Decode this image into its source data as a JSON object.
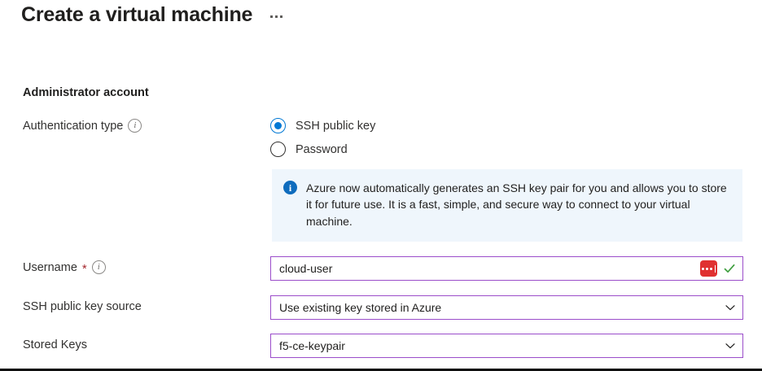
{
  "header": {
    "title": "Create a virtual machine",
    "more_menu_icon": "ellipsis-horizontal-icon"
  },
  "section": {
    "heading": "Administrator account"
  },
  "fields": {
    "authentication_type": {
      "label": "Authentication type",
      "info_icon": "info-circle-icon",
      "options": [
        {
          "label": "SSH public key",
          "selected": true
        },
        {
          "label": "Password",
          "selected": false
        }
      ]
    },
    "username": {
      "label": "Username",
      "required_marker": "*",
      "info_icon": "info-circle-icon",
      "value": "cloud-user",
      "autofill_icon": "password-manager-icon",
      "validation_icon": "check-icon"
    },
    "ssh_public_key_source": {
      "label": "SSH public key source",
      "value": "Use existing key stored in Azure",
      "chevron_icon": "chevron-down-icon"
    },
    "stored_keys": {
      "label": "Stored Keys",
      "value": "f5-ce-keypair",
      "chevron_icon": "chevron-down-icon"
    }
  },
  "notice": {
    "icon": "info-filled-icon",
    "text": "Azure now automatically generates an SSH key pair for you and allows you to store it for future use. It is a fast, simple, and secure way to connect to your virtual machine."
  },
  "colors": {
    "accent_blue": "#0078d4",
    "notice_background": "#eff6fc",
    "notice_icon": "#0f6cbd",
    "field_border": "#9b4dca",
    "required_red": "#a4262c",
    "autofill_red": "#e03131",
    "valid_green": "#3e9e3e"
  }
}
